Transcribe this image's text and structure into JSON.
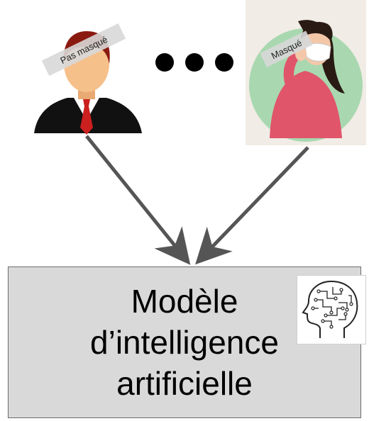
{
  "labels": {
    "left_person": "Pas masqué",
    "right_person": "Masqué"
  },
  "model": {
    "line1": "Modèle",
    "line2": "d’intelligence",
    "line3": "artificielle"
  },
  "icons": {
    "left": "man-in-suit-icon",
    "right": "masked-woman-icon",
    "ellipsis": "ellipsis-dots-icon",
    "brain": "circuit-brain-head-icon",
    "arrows": "arrow-icon"
  },
  "colors": {
    "arrow": "#555555",
    "box_fill": "#d9d9d9",
    "tie": "#cc1f1f",
    "skin": "#f6c08a",
    "hair": "#8a1a10",
    "suit": "#111111",
    "woman_top": "#e0556a",
    "circle": "#a9d8b0"
  }
}
